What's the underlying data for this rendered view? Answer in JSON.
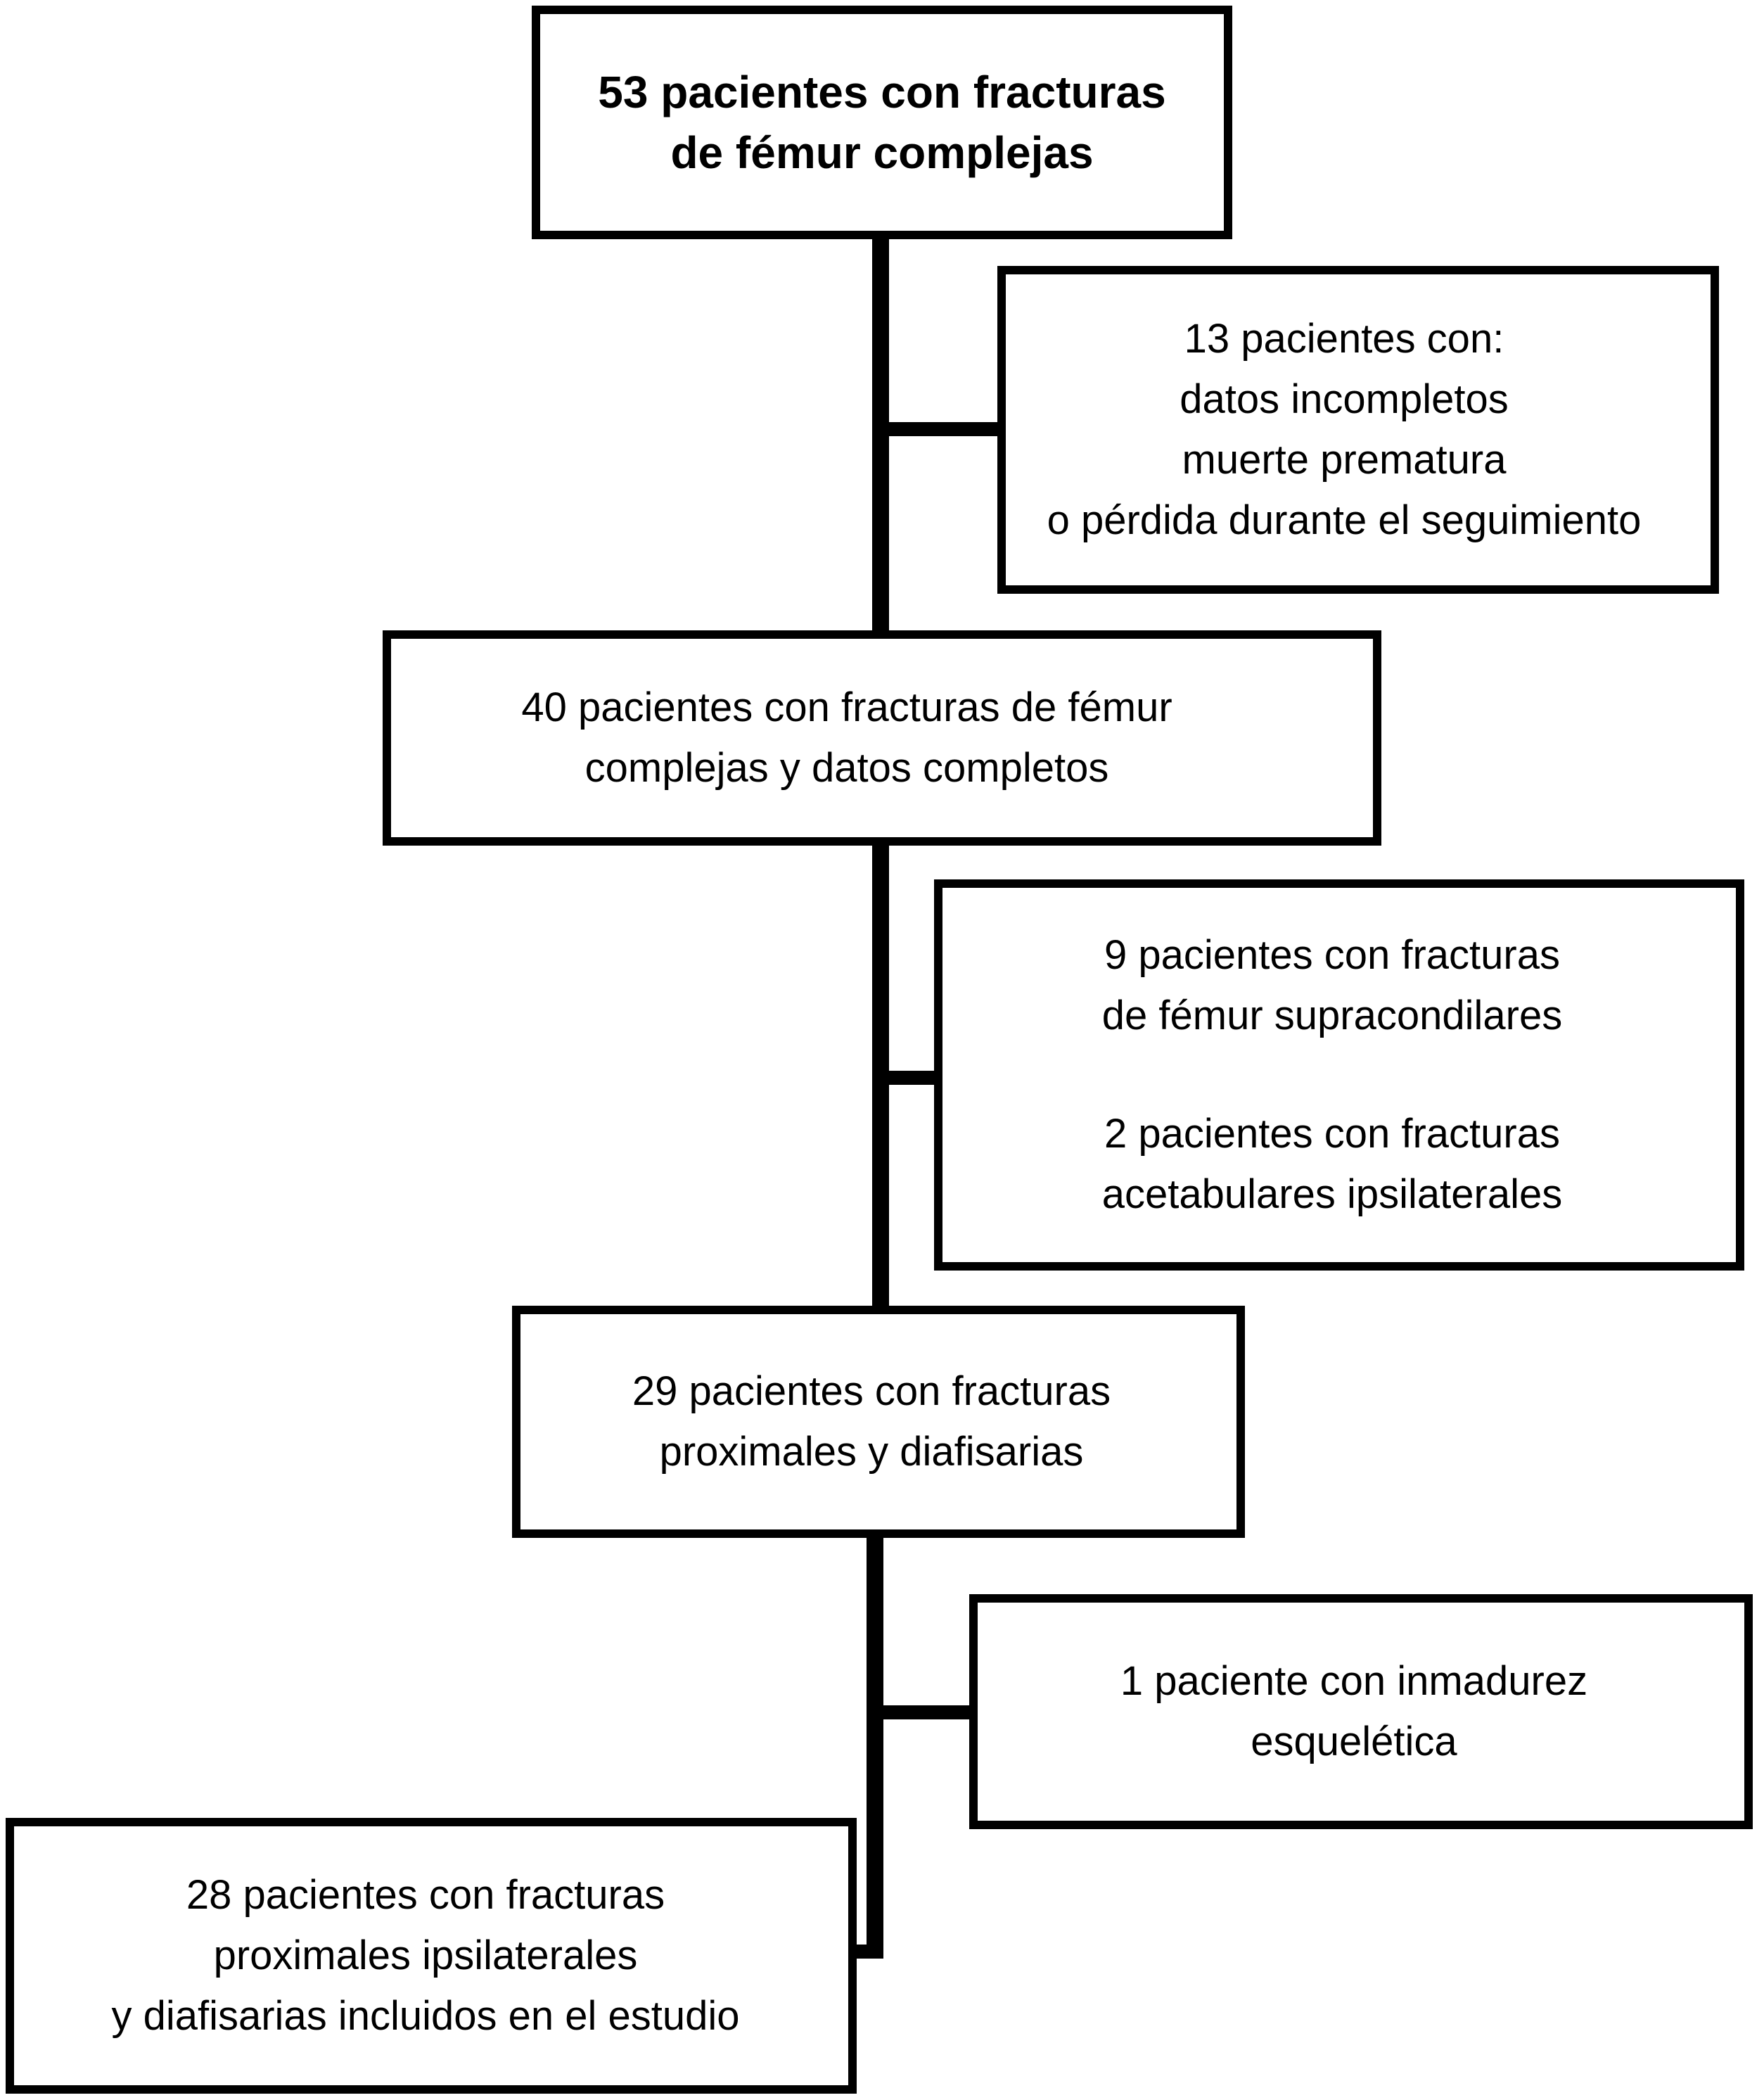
{
  "flowchart": {
    "top": {
      "lines": [
        "53 pacientes con fracturas",
        "de fémur complejas"
      ]
    },
    "exclusion_1": {
      "lines": [
        "13 pacientes con:",
        "datos incompletos",
        "muerte prematura",
        "o pérdida durante el seguimiento"
      ]
    },
    "middle_1": {
      "lines": [
        "40 pacientes con fracturas de fémur",
        "complejas y datos completos"
      ]
    },
    "exclusion_2": {
      "group_a": [
        "9 pacientes con fracturas",
        "de fémur supracondilares"
      ],
      "group_b": [
        "2 pacientes con fracturas",
        "acetabulares ipsilaterales"
      ]
    },
    "middle_2": {
      "lines": [
        "29 pacientes con fracturas",
        "proximales y diafisarias"
      ]
    },
    "exclusion_3": {
      "lines": [
        "1 paciente con inmadurez",
        "esquelética"
      ]
    },
    "final": {
      "lines": [
        "28 pacientes con fracturas",
        "proximales ipsilaterales",
        "y diafisarias incluidos en el estudio"
      ]
    }
  }
}
